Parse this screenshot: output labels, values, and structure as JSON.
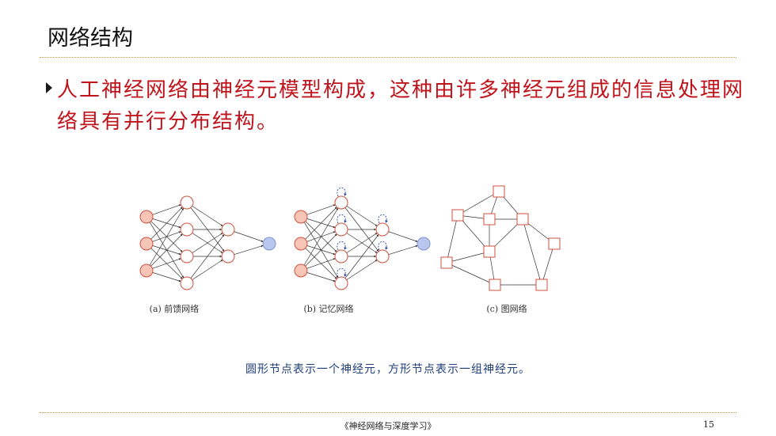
{
  "slide": {
    "title": "网络结构",
    "bullet": "人工神经网络由神经元模型构成，这种由许多神经元组成的信息处理网络具有并行分布结构。",
    "caption": "圆形节点表示一个神经元，方形节点表示一组神经元。",
    "footer": "《神经网络与深度学习》",
    "page_number": "15"
  },
  "figure": {
    "panels": [
      {
        "label": "(a) 前馈网络"
      },
      {
        "label": "(b) 记忆网络"
      },
      {
        "label": "(c) 图网络"
      }
    ]
  },
  "colors": {
    "accent_red": "#c0141c",
    "rule": "#c8963c",
    "input_fill": "#f6c5b8",
    "node_stroke": "#d0503c",
    "output_fill": "#b9c6ee",
    "output_stroke": "#7f92cf",
    "recurrent": "#2a43a8",
    "caption_blue": "#1f3f7a"
  }
}
